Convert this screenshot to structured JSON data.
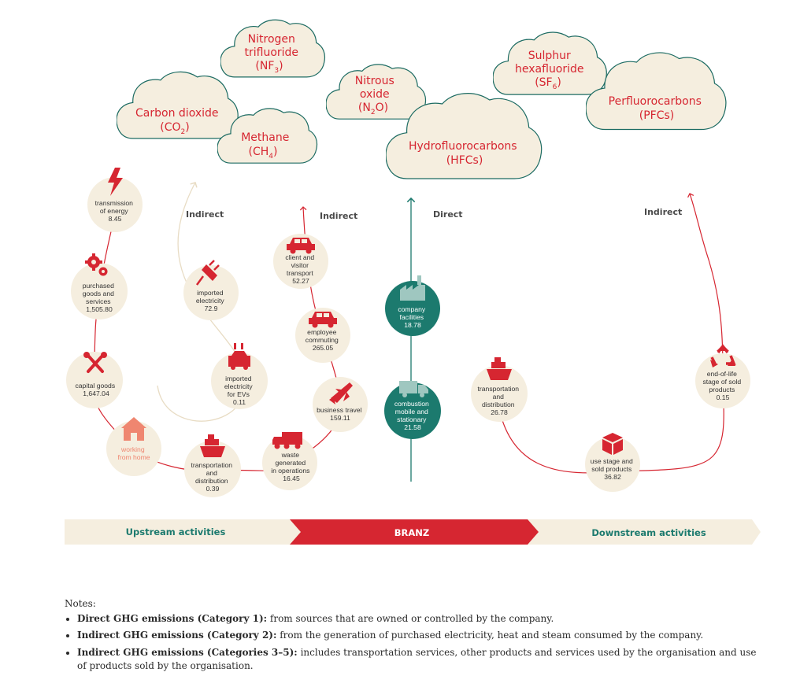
{
  "gases": [
    {
      "id": "nf3",
      "lines": [
        "Nitrogen",
        "trifluoride",
        "(NF",
        "3",
        ")"
      ]
    },
    {
      "id": "co2",
      "lines": [
        "Carbon dioxide",
        "(CO",
        "2",
        ")"
      ]
    },
    {
      "id": "ch4",
      "lines": [
        "Methane",
        "(CH",
        "4",
        ")"
      ]
    },
    {
      "id": "n2o",
      "lines": [
        "Nitrous",
        "oxide",
        "(N",
        "2",
        "O)"
      ]
    },
    {
      "id": "hfcs",
      "lines": [
        "Hydrofluorocarbons",
        "(HFCs)"
      ]
    },
    {
      "id": "sf6",
      "lines": [
        "Sulphur",
        "hexafluoride",
        "(SF",
        "6",
        ")"
      ]
    },
    {
      "id": "pfcs",
      "lines": [
        "Perfluorocarbons",
        "(PFCs)"
      ]
    }
  ],
  "directions": {
    "indirect_left": "Indirect",
    "indirect_mid": "Indirect",
    "direct": "Direct",
    "indirect_right": "Indirect"
  },
  "nodes": [
    {
      "id": "transmission",
      "icon": "lightning-icon",
      "lines": [
        "transmission",
        "of energy",
        "8.45"
      ]
    },
    {
      "id": "purchased",
      "icon": "gears-icon",
      "lines": [
        "purchased",
        "goods and",
        "services",
        "1,505.80"
      ]
    },
    {
      "id": "capital",
      "icon": "tools-icon",
      "lines": [
        "capital goods",
        "1,647.04"
      ]
    },
    {
      "id": "home",
      "icon": "house-icon",
      "lines": [
        "working",
        "from home"
      ]
    },
    {
      "id": "transport-up",
      "icon": "ship-icon",
      "lines": [
        "transportation",
        "and",
        "distribution",
        "0.39"
      ]
    },
    {
      "id": "imported-elec",
      "icon": "plug-icon",
      "lines": [
        "imported",
        "electricity",
        "72.9"
      ]
    },
    {
      "id": "imported-ev",
      "icon": "ev-icon",
      "lines": [
        "imported",
        "electricity",
        "for EVs",
        "0.11"
      ]
    },
    {
      "id": "client",
      "icon": "car-icon",
      "lines": [
        "client and",
        "visitor",
        "transport",
        "52.27"
      ]
    },
    {
      "id": "commuting",
      "icon": "car-icon",
      "lines": [
        "employee",
        "commuting",
        "265.05"
      ]
    },
    {
      "id": "travel",
      "icon": "plane-icon",
      "lines": [
        "business travel",
        "159.11"
      ]
    },
    {
      "id": "waste",
      "icon": "truck-icon",
      "lines": [
        "waste",
        "generated",
        "in operations",
        "16.45"
      ]
    },
    {
      "id": "facilities",
      "icon": "factory-icon",
      "lines": [
        "company",
        "facilities",
        "18.78"
      ]
    },
    {
      "id": "combustion",
      "icon": "van-icon",
      "lines": [
        "combustion",
        "mobile and",
        "stationary",
        "21.58"
      ]
    },
    {
      "id": "transport-down",
      "icon": "ship-icon",
      "lines": [
        "transportation",
        "and",
        "distribution",
        "26.78"
      ]
    },
    {
      "id": "use-stage",
      "icon": "box-icon",
      "lines": [
        "use stage and",
        "sold products",
        "36.82"
      ]
    },
    {
      "id": "end-of-life",
      "icon": "recycle-icon",
      "lines": [
        "end-of-life",
        "stage of sold",
        "products",
        "0.15"
      ]
    }
  ],
  "band": {
    "upstream": "Upstream activities",
    "branz": "BRANZ",
    "downstream": "Downstream activities"
  },
  "notes": {
    "title": "Notes:",
    "items": [
      {
        "bold": "Direct GHG emissions (Category 1):",
        "text": " from sources that are owned or controlled by the company."
      },
      {
        "bold": "Indirect GHG emissions (Category 2):",
        "text": " from the generation of purchased electricity, heat and steam consumed by the company."
      },
      {
        "bold": "Indirect GHG emissions (Categories 3–5):",
        "text": " includes transportation services, other products and services used by the organisation and use of products sold by the organisation."
      }
    ]
  },
  "colors": {
    "red": "#d62631",
    "teal": "#1c7a6e",
    "cream": "#f5eedf",
    "cloud_stroke": "#1c6b62",
    "salmon": "#ef8670",
    "node_text": "#333333"
  }
}
